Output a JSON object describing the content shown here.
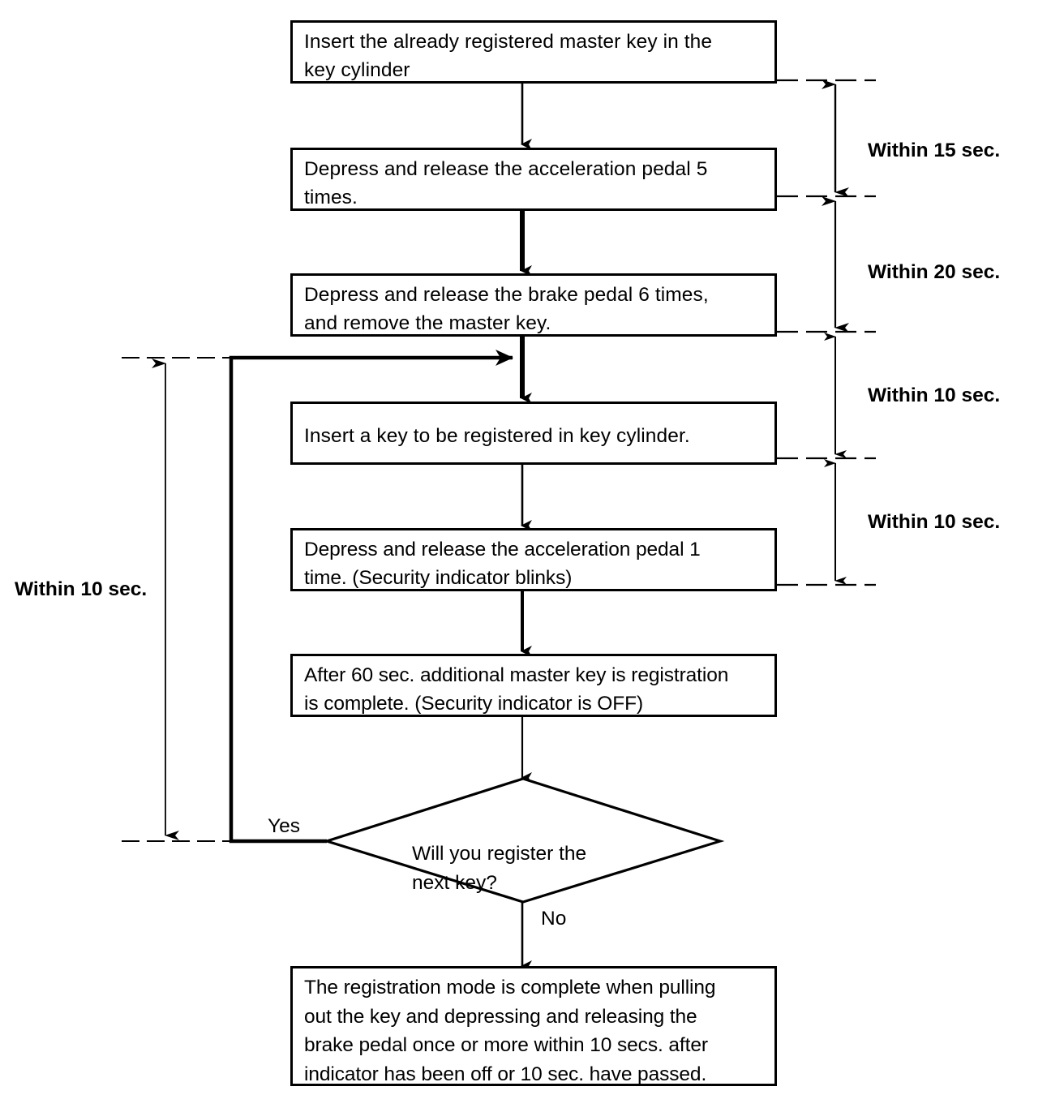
{
  "diagram": {
    "title": "Master key registration procedure flowchart",
    "type": "flowchart",
    "background_color": "#ffffff",
    "line_color": "#000000"
  },
  "nodes": [
    {
      "id": "step1",
      "shape": "process",
      "text": "Insert the already registered master key in the\nkey cylinder"
    },
    {
      "id": "step2",
      "shape": "process",
      "text": "Depress and release the acceleration pedal 5\ntimes."
    },
    {
      "id": "step3",
      "shape": "process",
      "text": "Depress and release the brake pedal 6 times,\nand remove the master key."
    },
    {
      "id": "step4",
      "shape": "process",
      "text": "Insert a key to be registered in key cylinder."
    },
    {
      "id": "step5",
      "shape": "process",
      "text": "Depress  and  release  the  acceleration  pedal  1\ntime. (Security indicator blinks)"
    },
    {
      "id": "step6",
      "shape": "process",
      "text": "After 60 sec. additional master key is registration\nis complete. (Security indicator is OFF)"
    },
    {
      "id": "decision",
      "shape": "decision",
      "text": "Will  you  register  the\nnext key?"
    },
    {
      "id": "step7",
      "shape": "process",
      "text": "The registration mode is complete when pulling\nout  the  key  and  depressing  and  releasing  the\nbrake pedal once or more within 10 secs. after\nindicator has been off or 10 sec. have passed."
    }
  ],
  "edge_labels": {
    "yes": "Yes",
    "no": "No"
  },
  "timing_annotations": [
    {
      "id": "t15",
      "label": "Within 15 sec.",
      "side": "right"
    },
    {
      "id": "t20",
      "label": "Within 20 sec.",
      "side": "right"
    },
    {
      "id": "t10a",
      "label": "Within 10 sec.",
      "side": "right"
    },
    {
      "id": "t10b",
      "label": "Within 10 sec.",
      "side": "right"
    },
    {
      "id": "t10c",
      "label": "Within 10 sec.",
      "side": "left"
    }
  ]
}
